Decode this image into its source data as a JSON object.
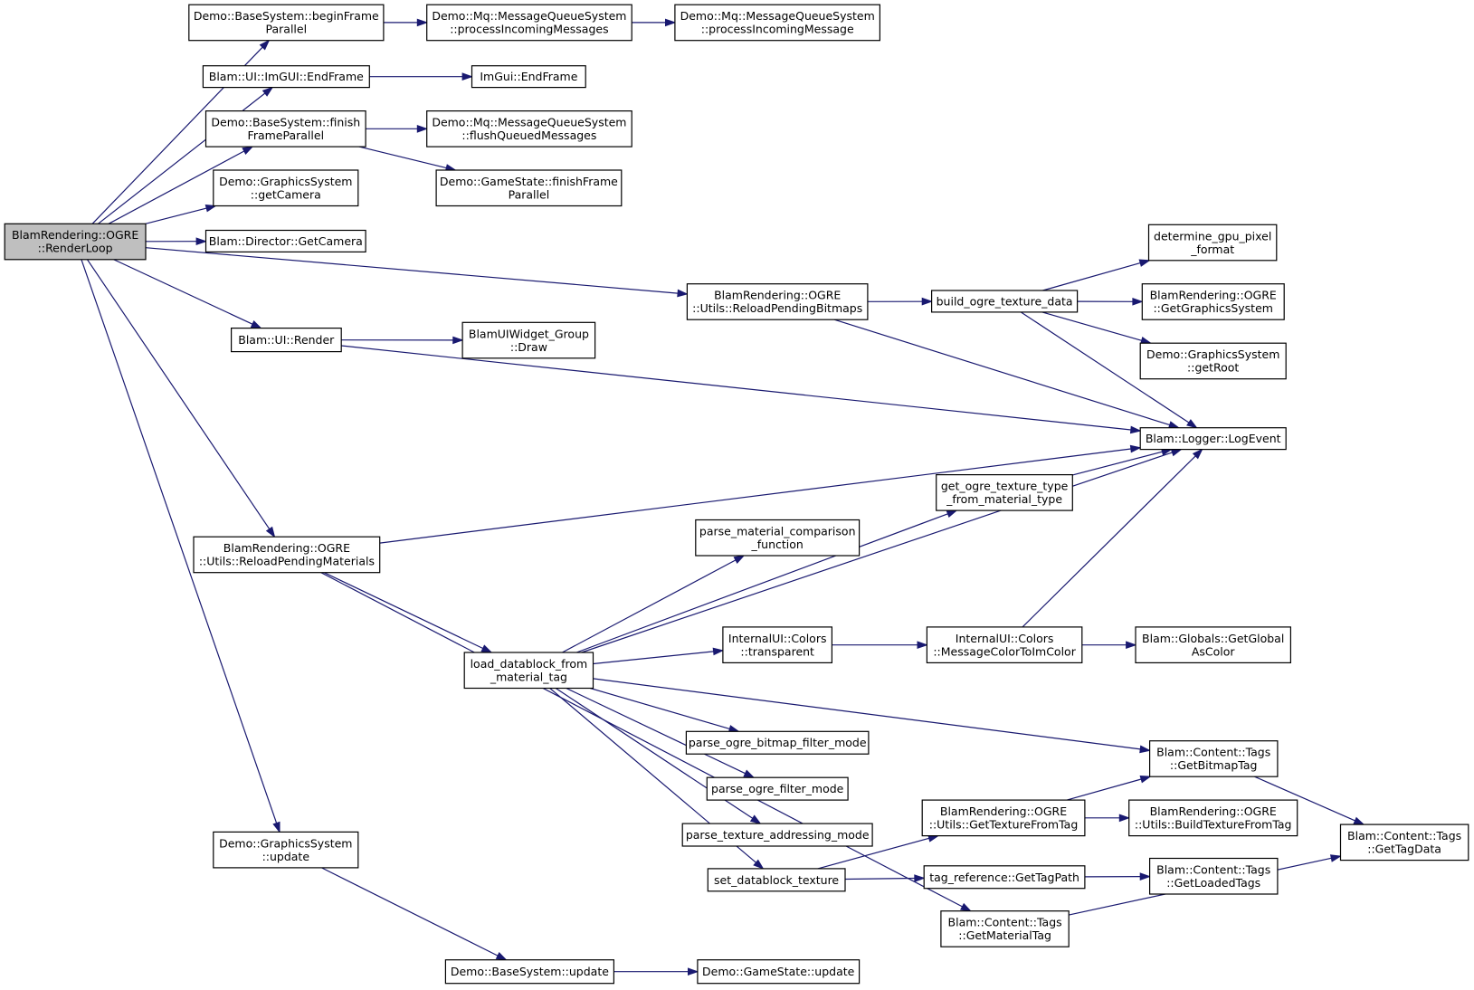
{
  "diagram": {
    "title": "",
    "edge_color": "#191970",
    "root_fill": "#bfbfbf",
    "nodes": [
      {
        "id": "render_loop",
        "lines": [
          "BlamRendering::OGRE",
          "::RenderLoop"
        ],
        "root": true
      },
      {
        "id": "begin_frame",
        "lines": [
          "Demo::BaseSystem::beginFrame",
          "Parallel"
        ]
      },
      {
        "id": "process_msgs",
        "lines": [
          "Demo::Mq::MessageQueueSystem",
          "::processIncomingMessages"
        ]
      },
      {
        "id": "process_msg",
        "lines": [
          "Demo::Mq::MessageQueueSystem",
          "::processIncomingMessage"
        ]
      },
      {
        "id": "imgui_endframe_blam",
        "lines": [
          "Blam::UI::ImGUI::EndFrame"
        ]
      },
      {
        "id": "imgui_endframe",
        "lines": [
          "ImGui::EndFrame"
        ]
      },
      {
        "id": "finish_frame",
        "lines": [
          "Demo::BaseSystem::finish",
          "FrameParallel"
        ]
      },
      {
        "id": "flush_msgs",
        "lines": [
          "Demo::Mq::MessageQueueSystem",
          "::flushQueuedMessages"
        ]
      },
      {
        "id": "gamestate_finish",
        "lines": [
          "Demo::GameState::finishFrame",
          "Parallel"
        ]
      },
      {
        "id": "gfx_getcamera",
        "lines": [
          "Demo::GraphicsSystem",
          "::getCamera"
        ]
      },
      {
        "id": "director_getcamera",
        "lines": [
          "Blam::Director::GetCamera"
        ]
      },
      {
        "id": "determine_gpu",
        "lines": [
          "determine_gpu_pixel",
          "_format"
        ]
      },
      {
        "id": "reload_bitmaps",
        "lines": [
          "BlamRendering::OGRE",
          "::Utils::ReloadPendingBitmaps"
        ]
      },
      {
        "id": "build_texture",
        "lines": [
          "build_ogre_texture_data"
        ]
      },
      {
        "id": "get_gfx_system",
        "lines": [
          "BlamRendering::OGRE",
          "::GetGraphicsSystem"
        ]
      },
      {
        "id": "gfx_getroot",
        "lines": [
          "Demo::GraphicsSystem",
          "::getRoot"
        ]
      },
      {
        "id": "ui_render",
        "lines": [
          "Blam::UI::Render"
        ]
      },
      {
        "id": "widget_draw",
        "lines": [
          "BlamUIWidget_Group",
          "::Draw"
        ]
      },
      {
        "id": "log_event",
        "lines": [
          "Blam::Logger::LogEvent"
        ]
      },
      {
        "id": "texture_type",
        "lines": [
          "get_ogre_texture_type",
          "_from_material_type"
        ]
      },
      {
        "id": "reload_materials",
        "lines": [
          "BlamRendering::OGRE",
          "::Utils::ReloadPendingMaterials"
        ]
      },
      {
        "id": "parse_comparison",
        "lines": [
          "parse_material_comparison",
          "_function"
        ]
      },
      {
        "id": "colors_transparent",
        "lines": [
          "InternalUI::Colors",
          "::transparent"
        ]
      },
      {
        "id": "msg_color",
        "lines": [
          "InternalUI::Colors",
          "::MessageColorToImColor"
        ]
      },
      {
        "id": "global_color",
        "lines": [
          "Blam::Globals::GetGlobal",
          "AsColor"
        ]
      },
      {
        "id": "load_datablock",
        "lines": [
          "load_datablock_from",
          "_material_tag"
        ]
      },
      {
        "id": "parse_bitmap_filter",
        "lines": [
          "parse_ogre_bitmap_filter_mode"
        ]
      },
      {
        "id": "get_bitmap_tag",
        "lines": [
          "Blam::Content::Tags",
          "::GetBitmapTag"
        ]
      },
      {
        "id": "parse_filter",
        "lines": [
          "parse_ogre_filter_mode"
        ]
      },
      {
        "id": "get_texture_from_tag",
        "lines": [
          "BlamRendering::OGRE",
          "::Utils::GetTextureFromTag"
        ]
      },
      {
        "id": "build_texture_from_tag",
        "lines": [
          "BlamRendering::OGRE",
          "::Utils::BuildTextureFromTag"
        ]
      },
      {
        "id": "get_tag_data",
        "lines": [
          "Blam::Content::Tags",
          "::GetTagData"
        ]
      },
      {
        "id": "parse_addressing",
        "lines": [
          "parse_texture_addressing_mode"
        ]
      },
      {
        "id": "gfx_update",
        "lines": [
          "Demo::GraphicsSystem",
          "::update"
        ]
      },
      {
        "id": "set_texture",
        "lines": [
          "set_datablock_texture"
        ]
      },
      {
        "id": "get_tag_path",
        "lines": [
          "tag_reference::GetTagPath"
        ]
      },
      {
        "id": "get_loaded_tags",
        "lines": [
          "Blam::Content::Tags",
          "::GetLoadedTags"
        ]
      },
      {
        "id": "get_material_tag",
        "lines": [
          "Blam::Content::Tags",
          "::GetMaterialTag"
        ]
      },
      {
        "id": "base_update",
        "lines": [
          "Demo::BaseSystem::update"
        ]
      },
      {
        "id": "gamestate_update",
        "lines": [
          "Demo::GameState::update"
        ]
      }
    ],
    "edges": [
      {
        "from": "render_loop",
        "to": "begin_frame"
      },
      {
        "from": "render_loop",
        "to": "imgui_endframe_blam"
      },
      {
        "from": "render_loop",
        "to": "finish_frame"
      },
      {
        "from": "render_loop",
        "to": "gfx_getcamera"
      },
      {
        "from": "render_loop",
        "to": "director_getcamera"
      },
      {
        "from": "render_loop",
        "to": "reload_bitmaps"
      },
      {
        "from": "render_loop",
        "to": "ui_render"
      },
      {
        "from": "render_loop",
        "to": "reload_materials"
      },
      {
        "from": "render_loop",
        "to": "gfx_update"
      },
      {
        "from": "begin_frame",
        "to": "process_msgs"
      },
      {
        "from": "process_msgs",
        "to": "process_msg"
      },
      {
        "from": "imgui_endframe_blam",
        "to": "imgui_endframe"
      },
      {
        "from": "finish_frame",
        "to": "flush_msgs"
      },
      {
        "from": "finish_frame",
        "to": "gamestate_finish"
      },
      {
        "from": "reload_bitmaps",
        "to": "build_texture"
      },
      {
        "from": "reload_bitmaps",
        "to": "log_event"
      },
      {
        "from": "build_texture",
        "to": "determine_gpu"
      },
      {
        "from": "build_texture",
        "to": "get_gfx_system"
      },
      {
        "from": "build_texture",
        "to": "gfx_getroot"
      },
      {
        "from": "build_texture",
        "to": "log_event"
      },
      {
        "from": "ui_render",
        "to": "widget_draw"
      },
      {
        "from": "ui_render",
        "to": "log_event"
      },
      {
        "from": "reload_materials",
        "to": "log_event"
      },
      {
        "from": "reload_materials",
        "to": "load_datablock"
      },
      {
        "from": "reload_materials",
        "to": "get_material_tag"
      },
      {
        "from": "load_datablock",
        "to": "texture_type"
      },
      {
        "from": "load_datablock",
        "to": "parse_comparison"
      },
      {
        "from": "load_datablock",
        "to": "log_event"
      },
      {
        "from": "load_datablock",
        "to": "colors_transparent"
      },
      {
        "from": "load_datablock",
        "to": "get_bitmap_tag"
      },
      {
        "from": "load_datablock",
        "to": "parse_bitmap_filter"
      },
      {
        "from": "load_datablock",
        "to": "parse_filter"
      },
      {
        "from": "load_datablock",
        "to": "parse_addressing"
      },
      {
        "from": "load_datablock",
        "to": "set_texture"
      },
      {
        "from": "texture_type",
        "to": "log_event"
      },
      {
        "from": "colors_transparent",
        "to": "msg_color"
      },
      {
        "from": "msg_color",
        "to": "global_color"
      },
      {
        "from": "msg_color",
        "to": "log_event"
      },
      {
        "from": "get_bitmap_tag",
        "to": "get_tag_data"
      },
      {
        "from": "set_texture",
        "to": "get_texture_from_tag"
      },
      {
        "from": "set_texture",
        "to": "get_tag_path"
      },
      {
        "from": "get_texture_from_tag",
        "to": "get_bitmap_tag"
      },
      {
        "from": "get_texture_from_tag",
        "to": "build_texture_from_tag"
      },
      {
        "from": "get_tag_path",
        "to": "get_loaded_tags"
      },
      {
        "from": "get_material_tag",
        "to": "get_tag_data"
      },
      {
        "from": "gfx_update",
        "to": "base_update"
      },
      {
        "from": "base_update",
        "to": "gamestate_update"
      }
    ]
  }
}
